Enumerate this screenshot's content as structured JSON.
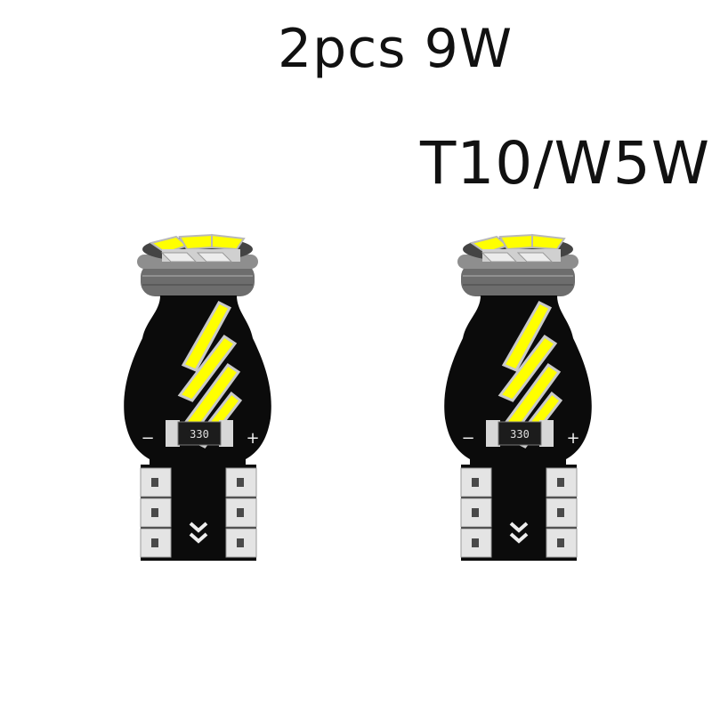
{
  "heading": {
    "line1": "2pcs 9W",
    "line2": "T10/W5W"
  },
  "product": {
    "quantity": 2,
    "resistor_code": "330",
    "minus_sign": "−",
    "plus_sign": "+",
    "colors": {
      "pcb": "#0b0b0b",
      "led": "#ffff00",
      "socket_ring": "#7a7a7a",
      "pins": "#e4e4e4"
    }
  }
}
